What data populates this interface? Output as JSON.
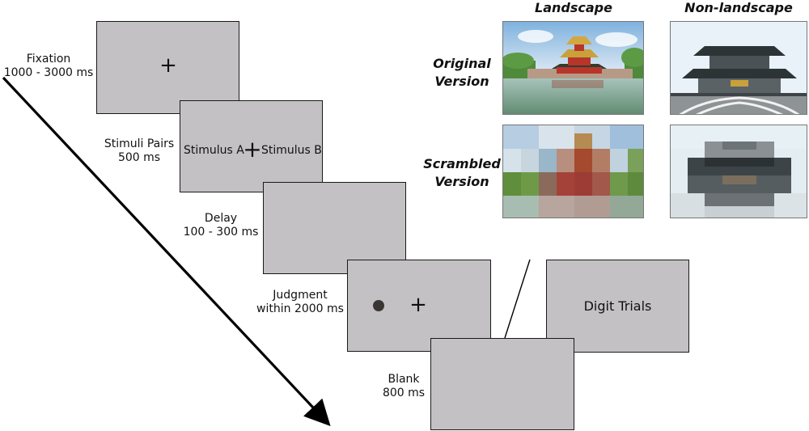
{
  "steps": [
    {
      "label_line1": "Fixation",
      "label_line2": "1000 - 3000 ms"
    },
    {
      "label_line1": "Stimuli Pairs",
      "label_line2": "500 ms",
      "left_stimulus": "Stimulus A",
      "right_stimulus": "Stimulus B"
    },
    {
      "label_line1": "Delay",
      "label_line2": "100 - 300 ms"
    },
    {
      "label_line1": "Judgment",
      "label_line2": "within 2000 ms"
    },
    {
      "label_line1": "Blank",
      "label_line2": "800 ms"
    }
  ],
  "fixation_symbol": "+",
  "digit_panel": {
    "text": "Digit Trials"
  },
  "stimuli_grid": {
    "columns": [
      "Landscape",
      "Non-landscape"
    ],
    "rows": [
      {
        "line1": "Original",
        "line2": "Version"
      },
      {
        "line1": "Scrambled",
        "line2": "Version"
      }
    ]
  },
  "colors": {
    "screen_gray": "#c3c1c4",
    "border": "#1a1a1a",
    "dot": "#3a3533"
  }
}
